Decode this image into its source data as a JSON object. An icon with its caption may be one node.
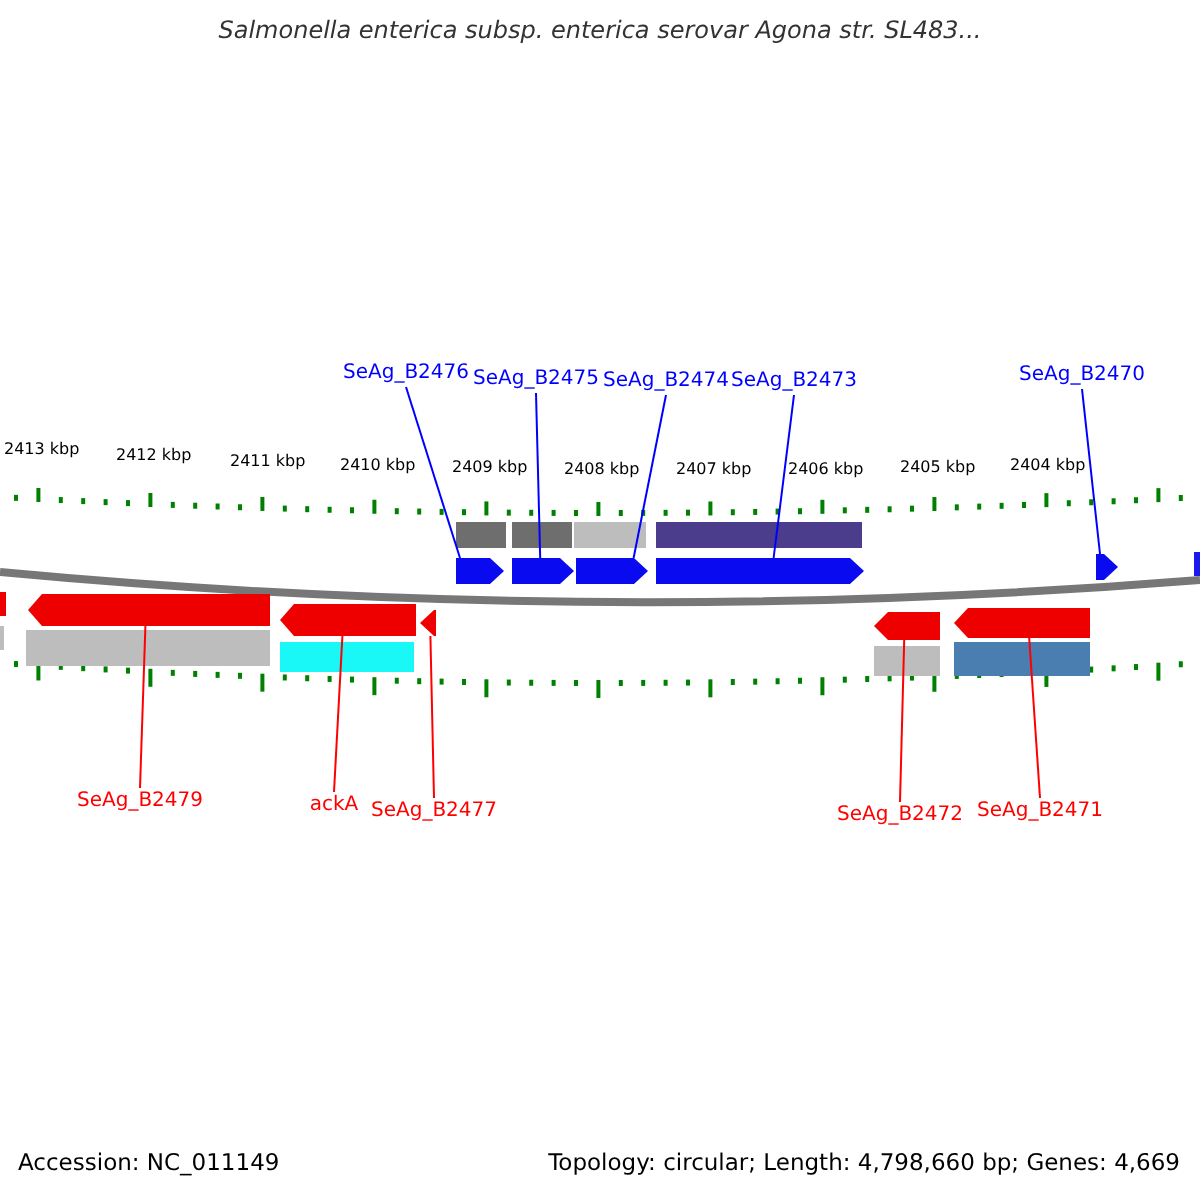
{
  "diagram": {
    "title": "Salmonella enterica subsp. enterica serovar Agona str. SL483...",
    "nodes": [
      {
        "text": [
          "SeAg_B2476"
        ]
      },
      {
        "text": [
          "SeAg_B2475"
        ]
      },
      {
        "text": [
          "SeAg_B2474"
        ]
      },
      {
        "text": [
          "SeAg_B2473"
        ]
      },
      {
        "text": [
          "SeAg_B2470"
        ]
      },
      {
        "text": [],
        "shape": "bar"
      },
      {
        "text": [],
        "shape": "bar"
      },
      {
        "text": [],
        "shape": "bar"
      },
      {
        "text": [],
        "shape": "bar"
      },
      {
        "text": [],
        "shape": "bar"
      },
      {
        "text": [],
        "shape": "bar"
      },
      {
        "text": [],
        "shape": "bar"
      },
      {
        "text": [],
        "shape": "bar"
      },
      {
        "text": [],
        "shape": "bar"
      },
      {
        "text": [],
        "shape": "bar"
      },
      {
        "text": [
          "SeAg_B2479"
        ]
      },
      {
        "text": [
          "ackA"
        ]
      },
      {
        "text": [
          "SeAg_B2477"
        ]
      },
      {
        "text": [
          "SeAg_B2472"
        ]
      },
      {
        "text": [
          "SeAg_B2471"
        ]
      }
    ],
    "edges": [
      {
        "from": 0,
        "to": 5,
        "arrow": "none",
        "color": "#0000ff"
      },
      {
        "from": 1,
        "to": 6,
        "arrow": "none",
        "color": "#0000ff"
      },
      {
        "from": 2,
        "to": 7,
        "arrow": "none",
        "color": "#0000ff"
      },
      {
        "from": 3,
        "to": 8,
        "arrow": "none",
        "color": "#0000ff"
      },
      {
        "from": 4,
        "to": 9,
        "arrow": "none",
        "color": "#0000ff"
      },
      {
        "from": 15,
        "to": 10,
        "arrow": "none",
        "color": "#ff0000"
      },
      {
        "from": 16,
        "to": 11,
        "arrow": "none",
        "color": "#ff0000"
      },
      {
        "from": 17,
        "to": 12,
        "arrow": "none",
        "color": "#ff0000"
      },
      {
        "from": 18,
        "to": 13,
        "arrow": "none",
        "color": "#ff0000"
      },
      {
        "from": 19,
        "to": 14,
        "arrow": "none",
        "color": "#ff0000"
      }
    ],
    "labels": [
      "2413 kbp",
      "2412 kbp",
      "2411 kbp",
      "2410 kbp",
      "2409 kbp",
      "2408 kbp",
      "2407 kbp",
      "2406 kbp",
      "2405 kbp",
      "2404 kbp",
      "Accession: NC_011149",
      "Topology: circular; Length: 4,798,660 bp; Genes: 4,669"
    ]
  }
}
